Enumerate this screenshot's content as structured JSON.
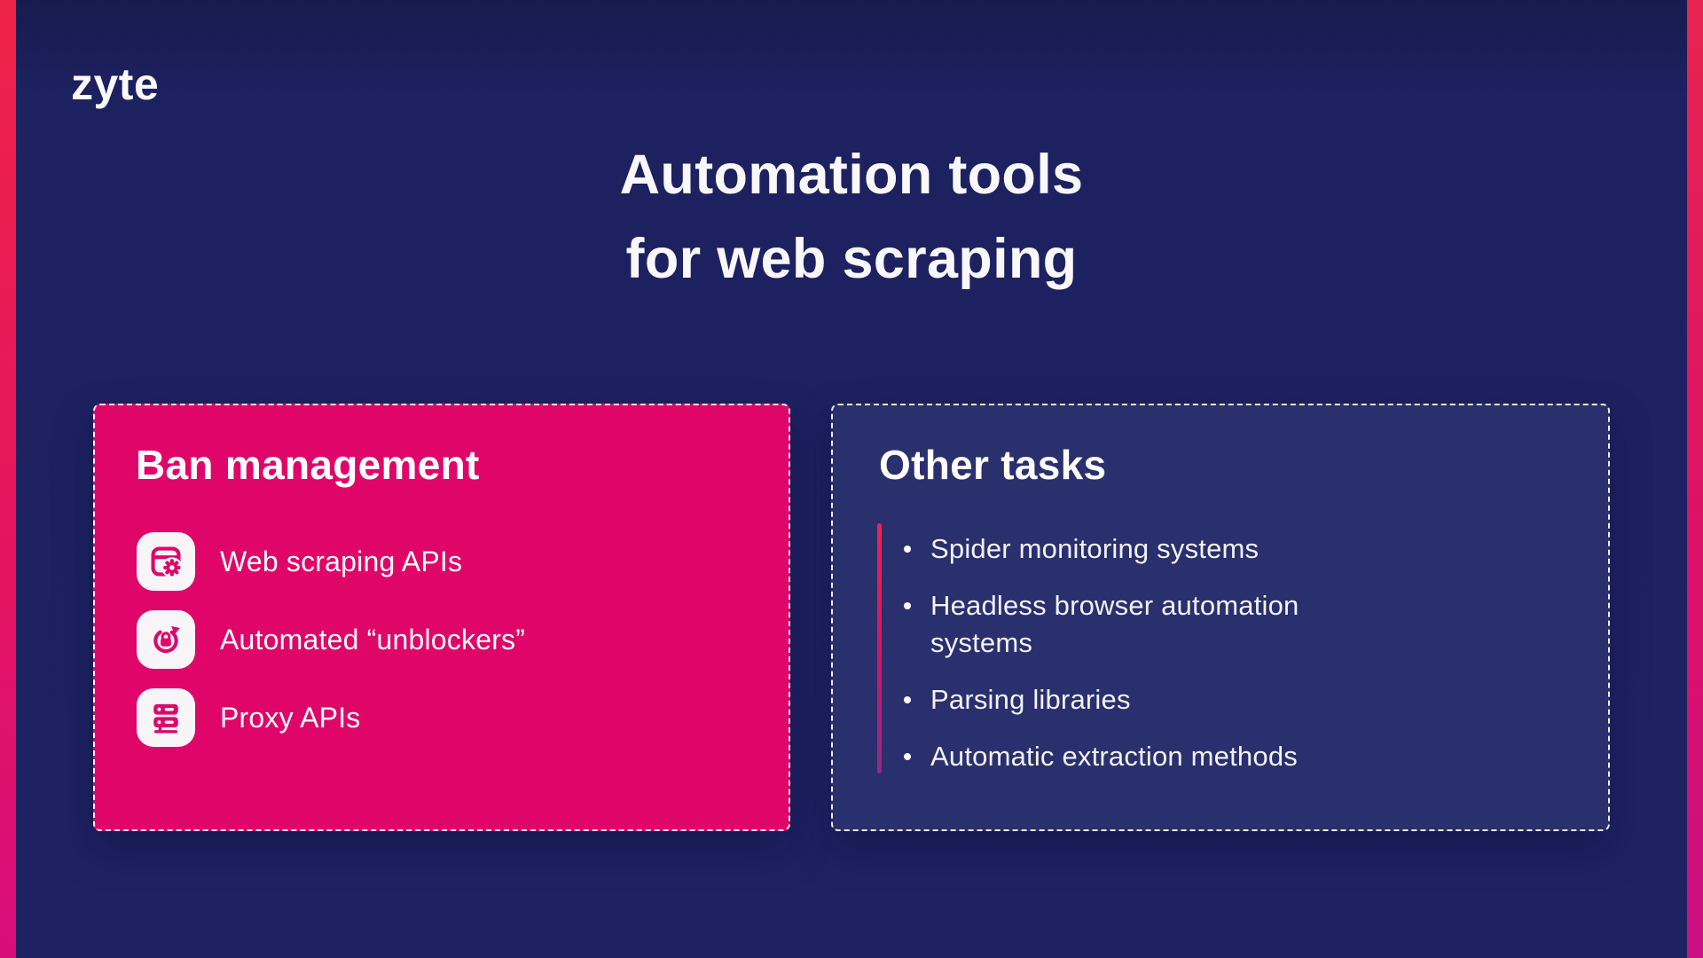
{
  "page": {
    "logo": "zyte",
    "title_line1": "Automation tools",
    "title_line2": "for web scraping"
  },
  "cards": {
    "ban_management": {
      "title": "Ban management",
      "items": [
        {
          "icon": "browser-gear-icon",
          "label": "Web scraping APIs"
        },
        {
          "icon": "refresh-lock-icon",
          "label": "Automated “unblockers”"
        },
        {
          "icon": "server-stack-icon",
          "label": "Proxy APIs"
        }
      ]
    },
    "other_tasks": {
      "title": "Other tasks",
      "items": [
        "Spider monitoring systems",
        "Headless browser automation systems",
        "Parsing libraries",
        "Automatic extraction methods"
      ]
    }
  },
  "colors": {
    "background_navy": "#1d2160",
    "card_pink": "#e00569",
    "card_navy": "#2a2f6d",
    "stripe_top_red": "#ee2348",
    "stripe_bottom_magenta": "#d80d7b",
    "accent_line_top": "#f02350",
    "accent_line_bottom": "#8d2b8b",
    "text_white": "#ffffff"
  }
}
